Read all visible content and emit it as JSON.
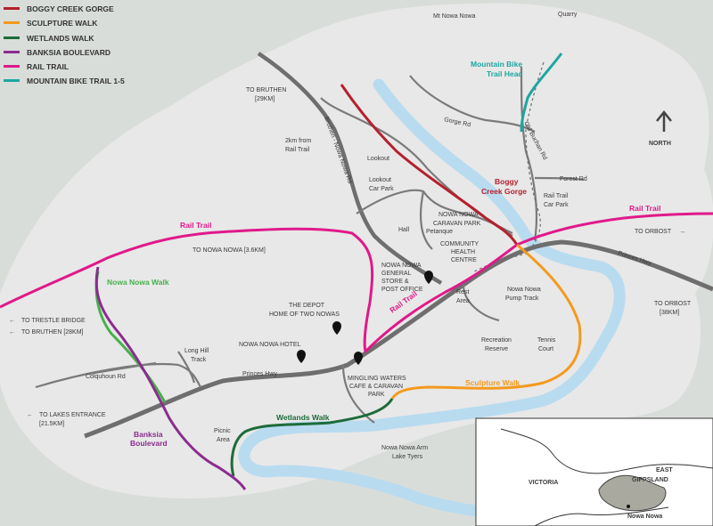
{
  "legend": [
    {
      "label": "BOGGY CREEK GORGE",
      "color": "#b5202e"
    },
    {
      "label": "SCULPTURE WALK",
      "color": "#f39a1e"
    },
    {
      "label": "WETLANDS WALK",
      "color": "#1e6b3a"
    },
    {
      "label": "BANKSIA BOULEVARD",
      "color": "#8b2c8f"
    },
    {
      "label": "RAIL TRAIL",
      "color": "#e0198a"
    },
    {
      "label": "MOUNTAIN BIKE TRAIL 1-5",
      "color": "#1ea6a0"
    }
  ],
  "colors": {
    "land": "#e8e8e8",
    "background": "#d9ddd9",
    "water": "#b9dbf0",
    "road": "#6e6e6e",
    "minor_road": "#777777",
    "green_walk": "#45b14a"
  },
  "labels": {
    "mt_nowa_nowa": "Mt Nowa Nowa",
    "quarry": "Quarry",
    "mtb_head_1": "Mountain Bike",
    "mtb_head_2": "Trail Head",
    "to_bruthen_1": "TO BRUTHEN",
    "to_bruthen_2": "[29KM]",
    "gorge_rd": "Gorge Rd",
    "old_buchan_rd": "Old Buchan Rd",
    "north": "NORTH",
    "bruthen_rd": "Bruthen - Nowa Nowa Rd",
    "from_rail_1": "2km from",
    "from_rail_2": "Rail Trail",
    "lookout": "Lookout",
    "lookout_cp_1": "Lookout",
    "lookout_cp_2": "Car Park",
    "boggy_1": "Boggy",
    "boggy_2": "Creek Gorge",
    "forest_rd": "Forest Rd",
    "rail_cp_1": "Rail Trail",
    "rail_cp_2": "Car Park",
    "rail_trail_east": "Rail Trail",
    "caravan_1": "NOWA NOWA",
    "caravan_2": "CARAVAN PARK",
    "hall": "Hall",
    "petanque": "Petanque",
    "community_1": "COMMUNITY",
    "community_2": "HEALTH",
    "community_3": "CENTRE",
    "to_orbost": "TO ORBOST",
    "princes_hwy_east": "Princes Hwy",
    "rail_trail_west": "Rail Trail",
    "to_nowa_nowa": "TO NOWA NOWA [3.6KM]",
    "general_1": "NOWA NOWA",
    "general_2": "GENERAL",
    "general_3": "STORE &",
    "general_4": "POST OFFICE",
    "rest_area_1": "Rest",
    "rest_area_2": "Area",
    "pump_1": "Nowa Nowa",
    "pump_2": "Pump Track",
    "orbost_38_1": "TO ORBOST",
    "orbost_38_2": "[38KM]",
    "nowa_walk": "Nowa Nowa Walk",
    "trestle": "TO TRESTLE BRIDGE",
    "bruthen_28": "TO BRUTHEN [28KM]",
    "depot_1": "THE DEPOT",
    "depot_2": "HOME OF TWO NOWAS",
    "rail_trail_mid": "Rail Trail",
    "hotel": "NOWA NOWA HOTEL",
    "long_hill_1": "Long Hill",
    "long_hill_2": "Track",
    "princes_hwy_mid": "Princes Hwy",
    "recreation_1": "Recreation",
    "recreation_2": "Reserve",
    "tennis_1": "Tennis",
    "tennis_2": "Court",
    "colquhoun": "Colquhoun Rd",
    "mingling_1": "MINGLING WATERS",
    "mingling_2": "CAFE & CARAVAN",
    "mingling_3": "PARK",
    "sculpture": "Sculpture Walk",
    "lakes_1": "TO LAKES ENTRANCE",
    "lakes_2": "[21.5KM]",
    "wetlands": "Wetlands Walk",
    "picnic_1": "Picnic",
    "picnic_2": "Area",
    "banksia_1": "Banksia",
    "banksia_2": "Boulevard",
    "arm_1": "Nowa Nowa Arm",
    "arm_2": "Lake Tyers"
  },
  "inset": {
    "victoria": "VICTORIA",
    "east": "EAST",
    "gippsland": "GIPPSLAND",
    "nowa_nowa": "Nowa Nowa"
  }
}
